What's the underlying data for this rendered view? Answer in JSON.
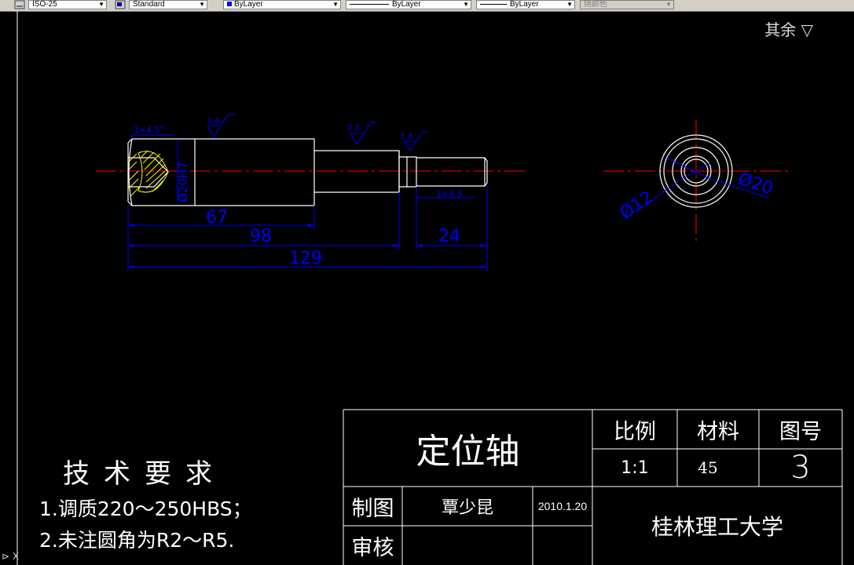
{
  "toolbar": {
    "dimstyle": "ISO-25",
    "textstyle": "Standard",
    "color": "ByLayer",
    "linetype": "ByLayer",
    "lineweight": "ByLayer",
    "plotstyle": "随颜色"
  },
  "view_label": "其余 ▽",
  "drawing": {
    "chamfer": "1×4.5°",
    "thread": "1×4.5",
    "roughness": [
      "1.6",
      "3.2",
      "1.6"
    ],
    "dims": {
      "d67": "67",
      "d98": "98",
      "d24": "24",
      "d129": "129",
      "vertical": "Ø20H7",
      "side_d12": "Ø12",
      "side_d20": "Ø20"
    }
  },
  "tech_requirements": {
    "title": "技术要求",
    "items": [
      "1.调质220～250HBS；",
      "2.未注圆角为R2～R5."
    ]
  },
  "title_block": {
    "part_name": "定位轴",
    "scale_label": "比例",
    "material_label": "材料",
    "drawing_no_label": "图号",
    "scale": "1:1",
    "material": "45",
    "drawing_no": "3",
    "drawn_label": "制图",
    "drawn_by": "覃少昆",
    "drawn_date": "2010.1.20",
    "checked_label": "审核",
    "school": "桂林理工大学"
  },
  "colors": {
    "background": "#000000",
    "outline": "#ffffff",
    "centerline": "#ff0000",
    "dimension": "#0000ff",
    "hatch": "#ffff00"
  }
}
